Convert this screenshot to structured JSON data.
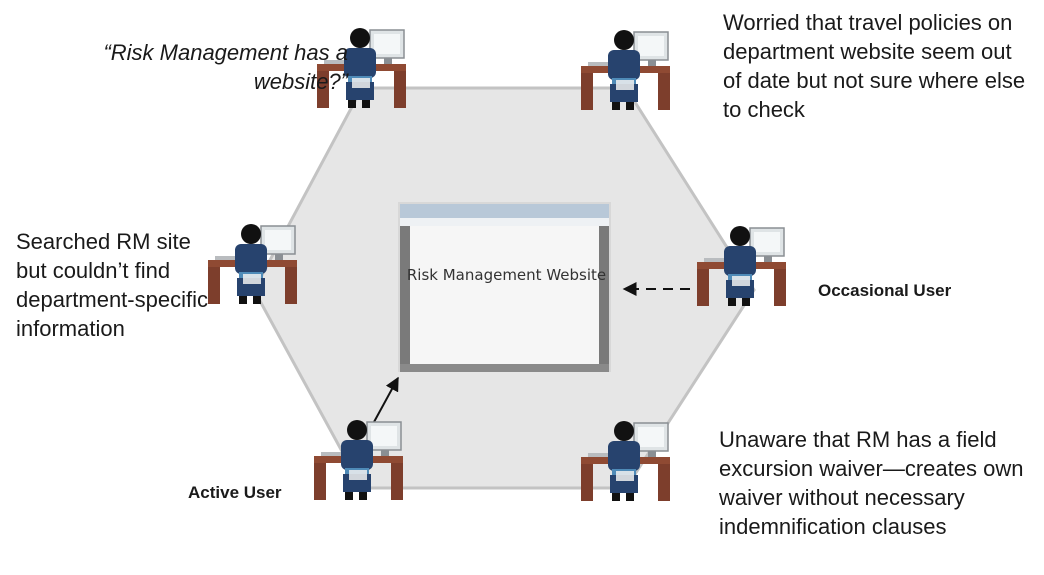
{
  "center": {
    "title": "Risk Management Website"
  },
  "labels": {
    "top_left": "“Risk Management has a website?”",
    "top_right": "Worried that travel policies on department website seem out of date but not sure where else to check",
    "left": "Searched RM site but couldn’t find department-specific information",
    "right": "Occasional User",
    "bottom_left": "Active User",
    "bottom_right": "Unaware that RM has a field excursion waiver—creates own waiver without necessary indemnification clauses"
  },
  "colors": {
    "hexagon_fill": "#e6e6e6",
    "hexagon_stroke": "#c3c3c3",
    "desk": "#7d3e2c",
    "user_shirt": "#27436e"
  },
  "icons": {
    "user": "user-at-computer-icon",
    "browser": "browser-window-icon"
  }
}
